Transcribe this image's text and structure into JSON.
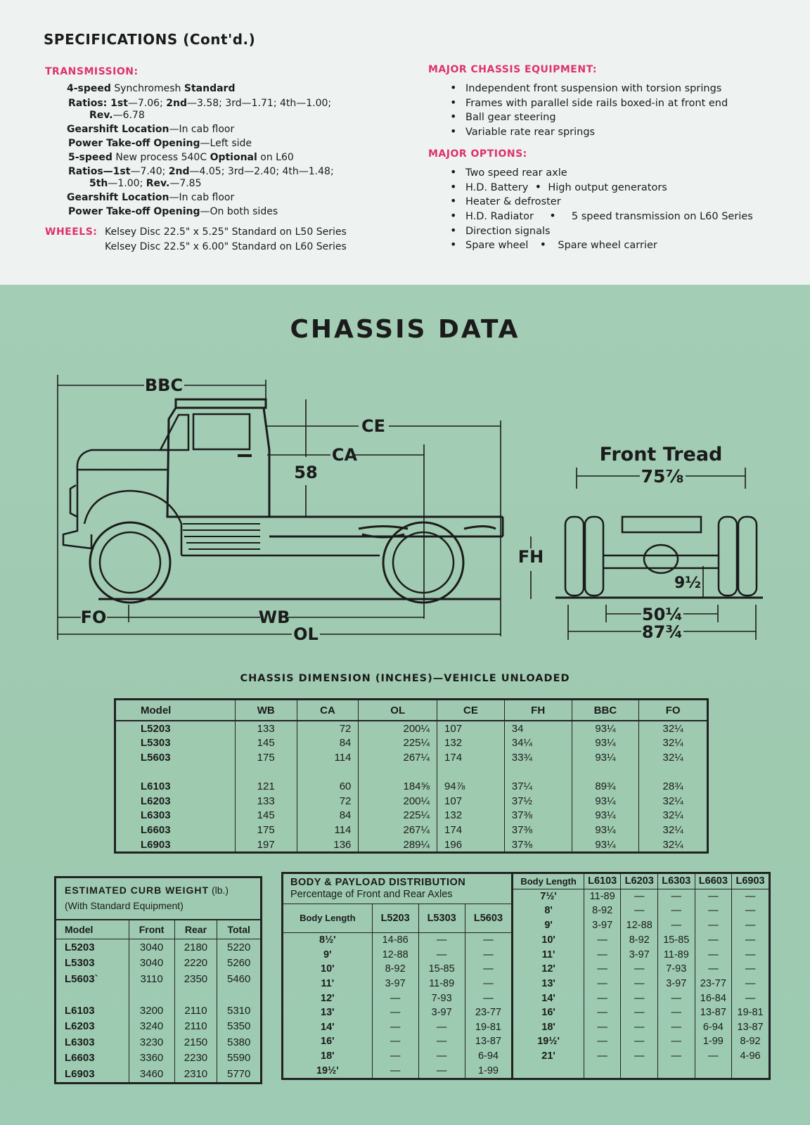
{
  "spec": {
    "title": "SPECIFICATIONS (Cont'd.)",
    "transmission_heading": "TRANSMISSION:",
    "t_lines": [
      {
        "b1": "4-speed",
        "t1": " Synchromesh ",
        "b2": "Standard",
        "t2": ""
      },
      {
        "b1": "Ratios: 1st",
        "t1": "—7.06; ",
        "b2": "2nd",
        "t2": "—3.58; 3rd—1.71; 4th—1.00;"
      },
      {
        "b1": "Rev.",
        "t1": "—6.78",
        "b2": "",
        "t2": ""
      },
      {
        "b1": "Gearshift Location",
        "t1": "—In cab floor",
        "b2": "",
        "t2": ""
      },
      {
        "b1": "Power Take-off Opening",
        "t1": "—Left side",
        "b2": "",
        "t2": ""
      },
      {
        "b1": "5-speed",
        "t1": " New process 540C ",
        "b2": "Optional",
        "t2": " on L60"
      },
      {
        "b1": "Ratios—1st",
        "t1": "—7.40; ",
        "b2": "2nd",
        "t2": "—4.05; 3rd—2.40; 4th—1.48;"
      },
      {
        "b1": "5th",
        "t1": "—1.00; ",
        "b2": "Rev.",
        "t2": "—7.85"
      },
      {
        "b1": "Gearshift Location",
        "t1": "—In cab floor",
        "b2": "",
        "t2": ""
      },
      {
        "b1": "Power Take-off Opening",
        "t1": "—On both sides",
        "b2": "",
        "t2": ""
      }
    ],
    "wheels_heading": "WHEELS:",
    "wheels": [
      "Kelsey Disc 22.5\" x 5.25\" Standard on L50 Series",
      "Kelsey Disc 22.5\" x 6.00\" Standard on L60 Series"
    ],
    "major_chassis_heading": "MAJOR CHASSIS EQUIPMENT:",
    "major_chassis": [
      "Independent front suspension with torsion springs",
      "Frames with parallel side rails boxed-in at front end",
      "Ball gear steering",
      "Variable rate rear springs"
    ],
    "major_options_heading": "MAJOR OPTIONS:",
    "major_options": [
      [
        "Two speed rear axle",
        ""
      ],
      [
        "H.D. Battery",
        "High output generators"
      ],
      [
        "Heater & defroster",
        ""
      ],
      [
        "H.D. Radiator",
        "5 speed transmission on L60 Series"
      ],
      [
        "Direction signals",
        ""
      ],
      [
        "Spare wheel",
        "Spare wheel carrier"
      ]
    ]
  },
  "chassis": {
    "title": "CHASSIS DATA",
    "labels": {
      "bbc": "BBC",
      "ce": "CE",
      "ca": "CA",
      "height": "58",
      "fh": "FH",
      "fo": "FO",
      "wb": "WB",
      "ol": "OL",
      "front_tread": "Front Tread",
      "front_tread_val": "75⅞",
      "clearance": "9½",
      "inner": "50¼",
      "outer": "87¾"
    }
  },
  "dimensions": {
    "title": "CHASSIS DIMENSION (INCHES)—VEHICLE UNLOADED",
    "headers": [
      "Model",
      "WB",
      "CA",
      "OL",
      "CE",
      "FH",
      "BBC",
      "FO"
    ],
    "rows": [
      [
        "L5203",
        "133",
        "72",
        "200¼",
        "107",
        "34",
        "93¼",
        "32¼"
      ],
      [
        "L5303",
        "145",
        "84",
        "225¼",
        "132",
        "34¼",
        "93¼",
        "32¼"
      ],
      [
        "L5603",
        "175",
        "114",
        "267¼",
        "174",
        "33¾",
        "93¼",
        "32¼"
      ],
      [
        "",
        "",
        "",
        "",
        "",
        "",
        "",
        ""
      ],
      [
        "L6103",
        "121",
        "60",
        "184⅝",
        "94⅞",
        "37¼",
        "89¾",
        "28¾"
      ],
      [
        "L6203",
        "133",
        "72",
        "200¼",
        "107",
        "37½",
        "93¼",
        "32¼"
      ],
      [
        "L6303",
        "145",
        "84",
        "225¼",
        "132",
        "37⅜",
        "93¼",
        "32¼"
      ],
      [
        "L6603",
        "175",
        "114",
        "267¼",
        "174",
        "37⅜",
        "93¼",
        "32¼"
      ],
      [
        "L6903",
        "197",
        "136",
        "289¼",
        "196",
        "37⅜",
        "93¼",
        "32¼"
      ]
    ]
  },
  "curb": {
    "title": "ESTIMATED CURB WEIGHT",
    "unit": "(lb.)",
    "subtitle": "(With Standard Equipment)",
    "headers": [
      "Model",
      "Front",
      "Rear",
      "Total"
    ],
    "rows": [
      [
        "L5203",
        "3040",
        "2180",
        "5220"
      ],
      [
        "L5303",
        "3040",
        "2220",
        "5260"
      ],
      [
        "L5603`",
        "3110",
        "2350",
        "5460"
      ],
      [
        "",
        "",
        "",
        ""
      ],
      [
        "L6103",
        "3200",
        "2110",
        "5310"
      ],
      [
        "L6203",
        "3240",
        "2110",
        "5350"
      ],
      [
        "L6303",
        "3230",
        "2150",
        "5380"
      ],
      [
        "L6603",
        "3360",
        "2230",
        "5590"
      ],
      [
        "L6903",
        "3460",
        "2310",
        "5770"
      ]
    ]
  },
  "payload": {
    "title": "BODY & PAYLOAD DISTRIBUTION",
    "subtitle": "Percentage of Front and Rear Axles",
    "body_length": "Body Length",
    "left_headers": [
      "L5203",
      "L5303",
      "L5603"
    ],
    "right_headers": [
      "L6103",
      "L6203",
      "L6303",
      "L6603",
      "L6903"
    ],
    "left_rows": [
      [
        "",
        "",
        "",
        ""
      ],
      [
        "",
        "",
        "",
        ""
      ],
      [
        "8½'",
        "14-86",
        "—",
        "—"
      ],
      [
        "9'",
        "12-88",
        "—",
        "—"
      ],
      [
        "10'",
        "8-92",
        "15-85",
        "—"
      ],
      [
        "11'",
        "3-97",
        "11-89",
        "—"
      ],
      [
        "12'",
        "—",
        "7-93",
        "—"
      ],
      [
        "13'",
        "—",
        "3-97",
        "23-77"
      ],
      [
        "14'",
        "—",
        "—",
        "19-81"
      ],
      [
        "16'",
        "—",
        "—",
        "13-87"
      ],
      [
        "18'",
        "—",
        "—",
        "6-94"
      ],
      [
        "19½'",
        "—",
        "—",
        "1-99"
      ]
    ],
    "right_rows": [
      [
        "7½'",
        "11-89",
        "—",
        "—",
        "—",
        "—"
      ],
      [
        "8'",
        "8-92",
        "—",
        "—",
        "—",
        "—"
      ],
      [
        "9'",
        "3-97",
        "12-88",
        "—",
        "—",
        "—"
      ],
      [
        "10'",
        "—",
        "8-92",
        "15-85",
        "—",
        "—"
      ],
      [
        "11'",
        "—",
        "3-97",
        "11-89",
        "—",
        "—"
      ],
      [
        "12'",
        "—",
        "—",
        "7-93",
        "—",
        "—"
      ],
      [
        "13'",
        "—",
        "—",
        "3-97",
        "23-77",
        "—"
      ],
      [
        "14'",
        "—",
        "—",
        "—",
        "16-84",
        "—"
      ],
      [
        "16'",
        "—",
        "—",
        "—",
        "13-87",
        "19-81"
      ],
      [
        "18'",
        "—",
        "—",
        "—",
        "6-94",
        "13-87"
      ],
      [
        "19½'",
        "—",
        "—",
        "—",
        "1-99",
        "8-92"
      ],
      [
        "21'",
        "—",
        "—",
        "—",
        "—",
        "4-96"
      ]
    ]
  }
}
